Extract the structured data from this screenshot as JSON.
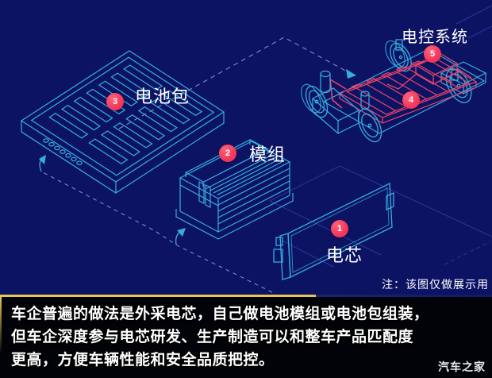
{
  "colors": {
    "background": "#0d1363",
    "line_cyan": "#35aede",
    "line_red": "#e8436b",
    "badge_red": "#f53a5e",
    "grid_blue": "#27389b",
    "dashed_gray": "#8a96c8",
    "footer_border_yellow": "#e8c652",
    "footer_bg": "#020308",
    "text_white": "#ffffff"
  },
  "diagram": {
    "labels": {
      "battery_pack": "电池包",
      "module": "模组",
      "cell": "电芯",
      "control_system": "电控系统"
    },
    "badges": [
      {
        "number": "1",
        "target": "cell"
      },
      {
        "number": "2",
        "target": "module"
      },
      {
        "number": "3",
        "target": "battery-pack"
      },
      {
        "number": "4",
        "target": "chassis-battery"
      },
      {
        "number": "5",
        "target": "control-system"
      }
    ],
    "note": "注：该图仅做展示用"
  },
  "footer": {
    "lines": [
      "车企普遍的做法是外采电芯，自己做电池模组或电池包组装，",
      "但车企深度参与电芯研发、生产制造可以和整车产品匹配度",
      "更高，方便车辆性能和安全品质把控。"
    ],
    "watermark": "汽车之家"
  }
}
